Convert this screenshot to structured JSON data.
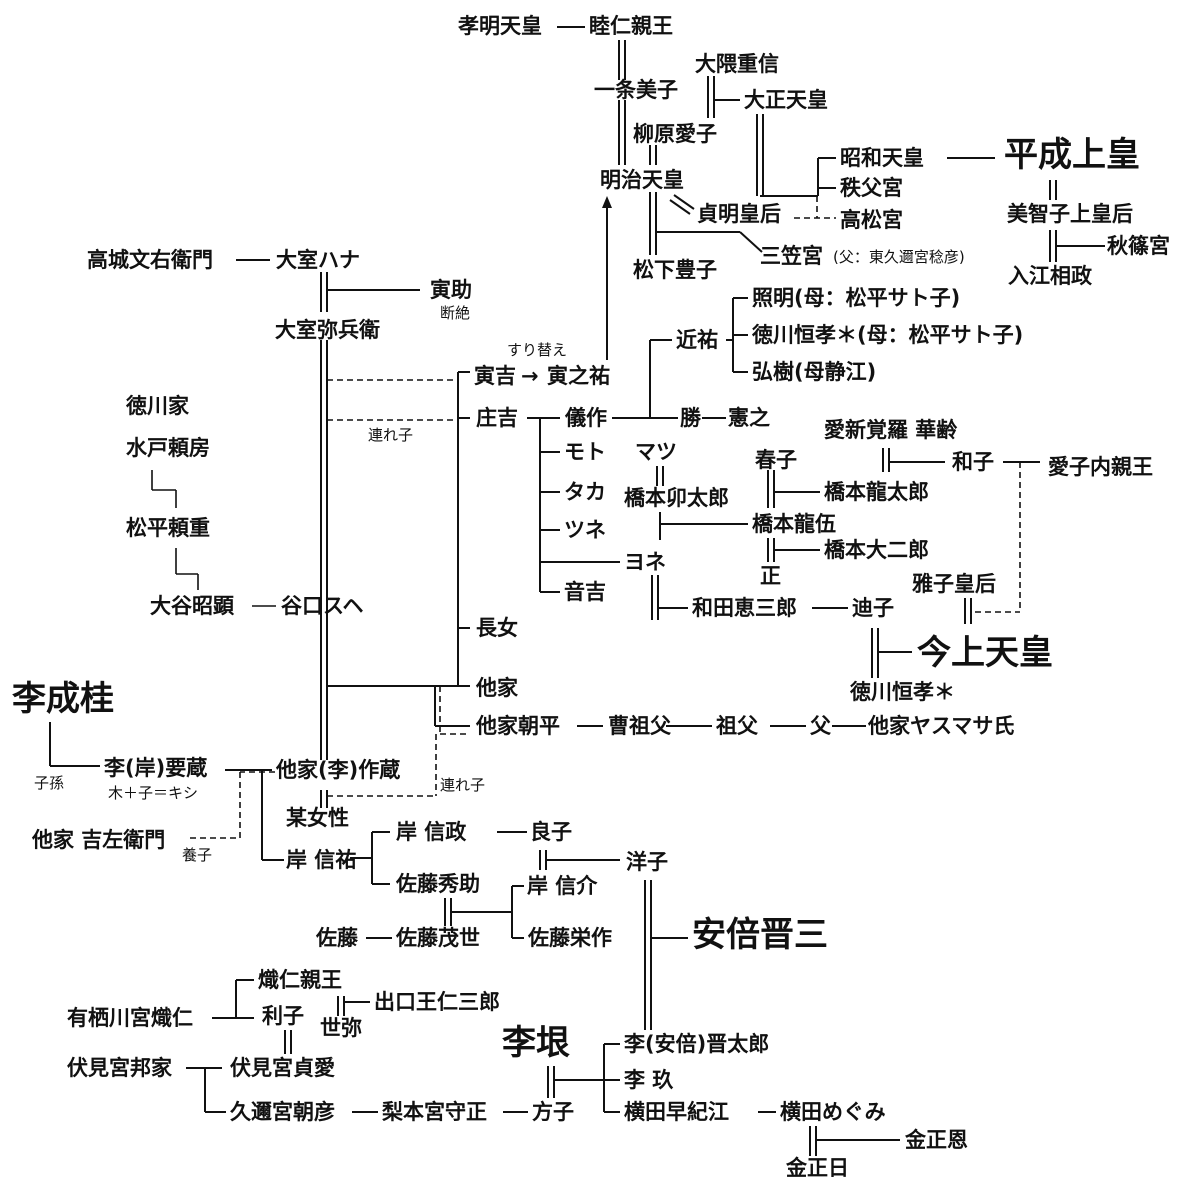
{
  "nodes": {
    "komei": "孝明天皇",
    "mutsuhito": "睦仁親王",
    "ichijo_haruko": "一条美子",
    "okuma": "大隈重信",
    "taisho": "大正天皇",
    "yanagiwara": "柳原愛子",
    "meiji": "明治天皇",
    "showa": "昭和天皇",
    "heisei": "平成上皇",
    "chichibu": "秩父宮",
    "teimei": "貞明皇后",
    "takamatsu": "高松宮",
    "michiko": "美智子上皇后",
    "akishino": "秋篠宮",
    "irie": "入江相政",
    "mikasa": "三笠宮",
    "mikasa_note": "(父：東久邇宮稔彦)",
    "matsushita": "松下豊子",
    "takagi": "高城文右衛門",
    "omuro_hana": "大室ハナ",
    "torasuke": "寅助",
    "dansetsu": "断絶",
    "omuro_yahei": "大室弥兵衛",
    "surikae": "すり替え",
    "torakichi": "寅吉",
    "torakichi_arrow": "→",
    "toranosuke": "寅之祐",
    "chikasuke": "近祐",
    "teruaki": "照明(母：松平サト子)",
    "tokugawa_tsunenari_top": "徳川恒孝＊(母：松平サト子)",
    "hiroki": "弘樹(母静江)",
    "shokichi": "庄吉",
    "gisaku": "儀作",
    "masaru": "勝",
    "kenyuki": "憲之",
    "tsureko1": "連れ子",
    "tokugawa_ke": "徳川家",
    "mito_yorifusa": "水戸頼房",
    "matsudaira_yorishige": "松平頼重",
    "otani": "大谷昭顕",
    "taniguchi": "谷口スヘ",
    "moto": "モト",
    "matsu": "マツ",
    "taka": "タカ",
    "hashimoto_utaro": "橋本卯太郎",
    "tsune": "ツネ",
    "yone": "ヨネ",
    "otokichi": "音吉",
    "aishin": "愛新覚羅 華齢",
    "haruko": "春子",
    "kazuko": "和子",
    "aiko": "愛子内親王",
    "hashimoto_ryutaro": "橋本龍太郎",
    "hashimoto_ryugo": "橋本龍伍",
    "hashimoto_daijiro": "橋本大二郎",
    "tadashi": "正",
    "masako": "雅子皇后",
    "wada": "和田恵三郎",
    "michiko2": "迪子",
    "kinjo": "今上天皇",
    "tokugawa_tsunenari": "徳川恒孝＊",
    "choujo": "長女",
    "take_ke": "他家",
    "take_asahira": "他家朝平",
    "sosofu": "曹祖父",
    "sofu": "祖父",
    "chichi": "父",
    "take_yasumasa": "他家ヤスマサ氏",
    "lee_seonggye": "李成桂",
    "shison": "子孫",
    "lee_kaname": "李(岸)要蔵",
    "kishi_note": "木＋子＝キシ",
    "take_sakuzo": "他家(李)作蔵",
    "tsureko2": "連れ子",
    "bou_josei": "某女性",
    "take_kichizaemon": "他家 吉左衛門",
    "yoshi": "養子",
    "kishi_nobusuke_sr": "岸 信祐",
    "kishi_nobumasa": "岸 信政",
    "yoshiko": "良子",
    "yoko": "洋子",
    "sato_hidesuke": "佐藤秀助",
    "kishi_nobusuke": "岸 信介",
    "sato": "佐藤",
    "sato_moyo": "佐藤茂世",
    "sato_eisaku": "佐藤栄作",
    "abe": "安倍晋三",
    "taruhito": "熾仁親王",
    "arisugawa": "有栖川宮熾仁",
    "riko": "利子",
    "deguchi": "出口王仁三郎",
    "seni": "世弥",
    "lee_eun": "李垠",
    "lee_shintaro": "李(安倍)晋太郎",
    "fushimi_kuniie": "伏見宮邦家",
    "fushimi_sadanaru": "伏見宮貞愛",
    "lee_gu": "李 玖",
    "yokota_sakie": "横田早紀江",
    "yokota_megumi": "横田めぐみ",
    "kuni_asahiko": "久邇宮朝彦",
    "nashimoto": "梨本宮守正",
    "masako_yi": "方子",
    "kim_jongun": "金正恩",
    "kim_jongil": "金正日"
  }
}
